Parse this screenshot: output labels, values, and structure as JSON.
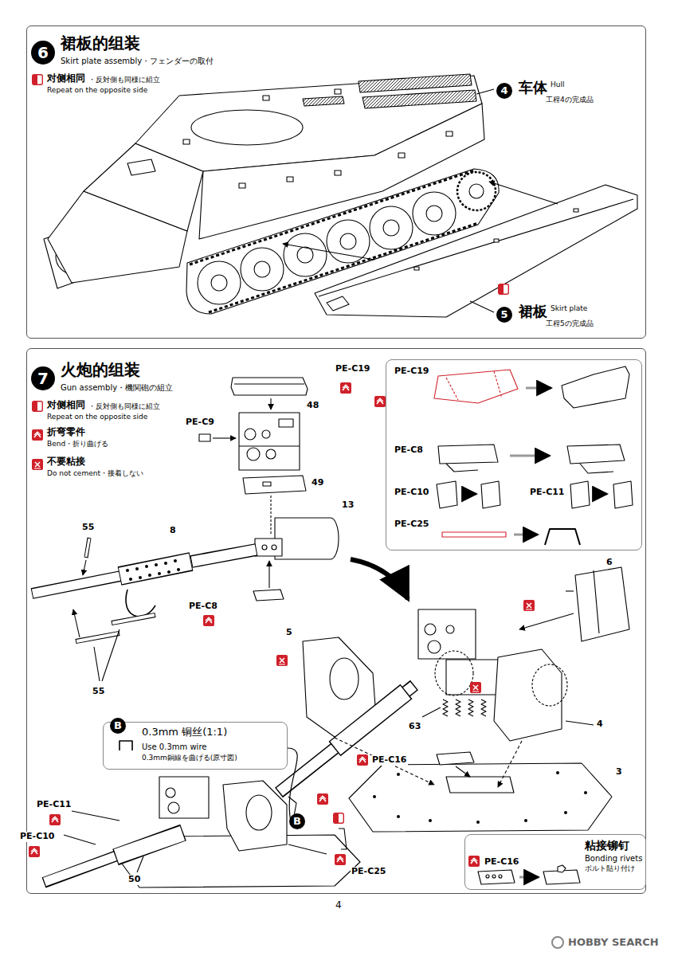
{
  "diagram": {
    "nodes": [
      {
        "text": [
          "裙板的组装",
          "Skirt plate assembly・フェンダーの取付"
        ]
      },
      {
        "text": [
          "6"
        ],
        "in": 0
      },
      {
        "text": [
          "4"
        ],
        "in": 0
      },
      {
        "text": [
          "5"
        ],
        "in": 0
      },
      {
        "text": [
          "火炮的组装",
          "Gun assembly・機関砲の組立"
        ]
      },
      {
        "text": [
          "7"
        ],
        "in": 4
      },
      {
        "text": [
          "PE-C19",
          "PE-C8",
          "PE-C10",
          "PE-C11",
          "PE-C25"
        ],
        "in": 4
      },
      {
        "text": [
          "0.3mm 铜丝(1:1)",
          "Use 0.3mm wire",
          "0.3mm銅線を曲げる(原寸図)"
        ],
        "in": 4
      },
      {
        "text": [
          "B"
        ],
        "in": 7
      },
      {
        "text": [
          "B"
        ],
        "in": 4
      },
      {
        "text": [
          "粘接铆钉",
          "Bonding rivets",
          "ボルト貼り付け",
          "PE-C16"
        ],
        "in": 4
      }
    ],
    "edges": [
      {
        "from": 7,
        "to": 9,
        "arrow": "none"
      }
    ],
    "labels": [
      "车体",
      "Hull",
      "工程4の完成品",
      "对侧相同",
      "・反対側も同様に組立",
      "Repeat on the opposite side",
      "裙板",
      "Skirt plate",
      "工程5の完成品",
      "对侧相同",
      "・反対側も同様に組立",
      "Repeat on the opposite side",
      "折弯零件",
      "Bend・折り曲げる",
      "不要粘接",
      "Do not cement・接着しない",
      "PE-C19",
      "PE-C9",
      "48",
      "49",
      "13",
      "55",
      "8",
      "55",
      "PE-C8",
      "5",
      "6",
      "4",
      "63",
      "PE-C16",
      "3",
      "PE-C11",
      "PE-C10",
      "50",
      "PE-C25",
      "4",
      "HOBBY SEARCH"
    ]
  }
}
